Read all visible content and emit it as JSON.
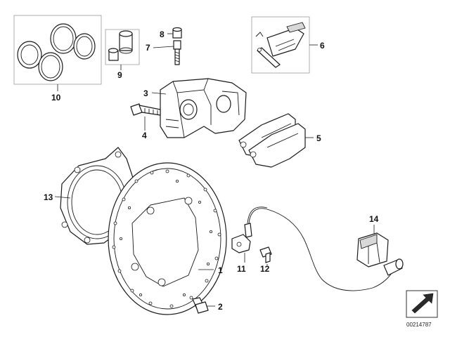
{
  "diagram": {
    "callouts": [
      {
        "id": "1",
        "text": "1"
      },
      {
        "id": "2",
        "text": "2"
      },
      {
        "id": "3",
        "text": "3"
      },
      {
        "id": "4",
        "text": "4"
      },
      {
        "id": "5",
        "text": "5"
      },
      {
        "id": "6",
        "text": "6"
      },
      {
        "id": "7",
        "text": "7"
      },
      {
        "id": "8",
        "text": "8"
      },
      {
        "id": "9",
        "text": "9"
      },
      {
        "id": "10",
        "text": "10"
      },
      {
        "id": "11",
        "text": "11"
      },
      {
        "id": "12",
        "text": "12"
      },
      {
        "id": "13",
        "text": "13"
      },
      {
        "id": "14",
        "text": "14"
      }
    ],
    "document_number": "00214787"
  }
}
